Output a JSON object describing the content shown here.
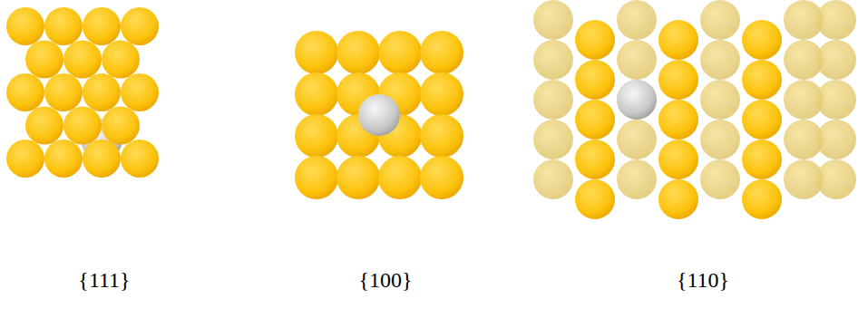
{
  "diagram": {
    "labels": [
      "{111}",
      "{100}",
      "{110}"
    ]
  }
}
